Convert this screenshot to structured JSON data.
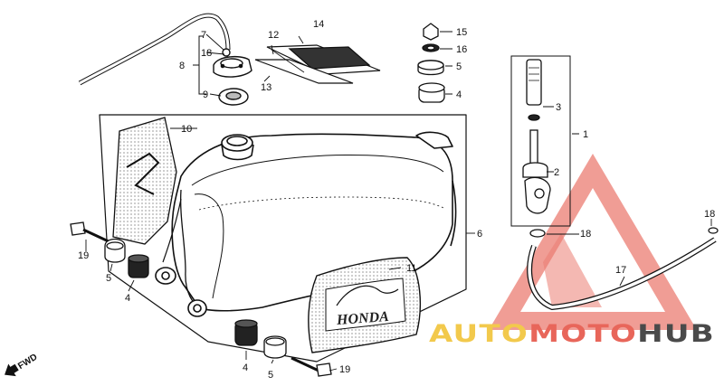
{
  "callouts": {
    "c1": "1",
    "c2": "2",
    "c3": "3",
    "c4a": "4",
    "c4b": "4",
    "c4c": "4",
    "c5a": "5",
    "c5b": "5",
    "c5c": "5",
    "c6": "6",
    "c7": "7",
    "c8": "8",
    "c9": "9",
    "c10": "10",
    "c11": "11",
    "c12": "12",
    "c13": "13",
    "c14": "14",
    "c15": "15",
    "c16": "16",
    "c17": "17",
    "c18a": "18",
    "c18b": "18",
    "c18c": "18",
    "c19a": "19",
    "c19b": "19"
  },
  "emblem": {
    "text": "HONDA"
  },
  "direction": {
    "label": "FWD"
  },
  "watermark": {
    "part1": "AUTO",
    "part2": "MOTO",
    "part3": "HUB",
    "colors": {
      "auto": "#f2c94c",
      "moto": "#e8665a",
      "hub": "#4a4a4a",
      "triangle": "#e8665a"
    }
  }
}
